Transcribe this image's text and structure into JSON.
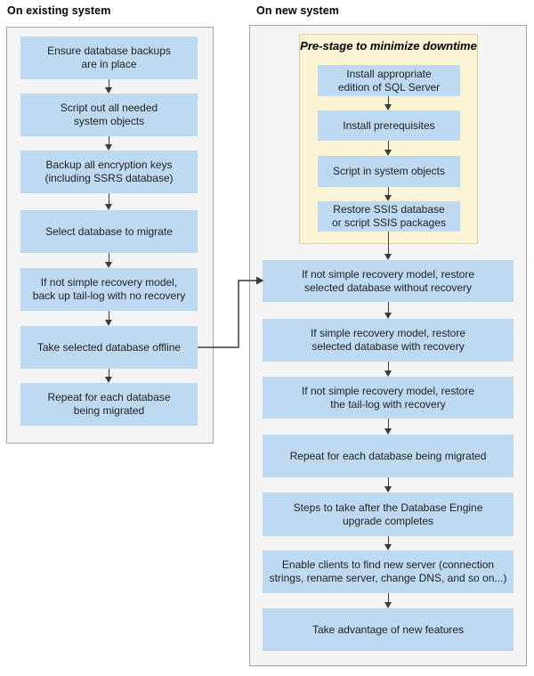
{
  "page": {
    "existing": {
      "title": "On existing system",
      "steps": [
        "Ensure database backups\nare in place",
        "Script out all needed\nsystem objects",
        "Backup all encryption keys\n(including SSRS database)",
        "Select database to migrate",
        "If not simple recovery model,\nback up tail-log with no recovery",
        "Take selected database offline",
        "Repeat for each database\nbeing migrated"
      ]
    },
    "new": {
      "title": "On new system",
      "prestage": {
        "title": "Pre-stage to minimize downtime",
        "steps": [
          "Install appropriate\nedition of SQL Server",
          "Install prerequisites",
          "Script in system objects",
          "Restore SSIS database\nor script SSIS packages"
        ]
      },
      "steps": [
        "If not simple recovery model, restore\nselected database without recovery",
        "If simple recovery model, restore\nselected database with recovery",
        "If not simple recovery model, restore\nthe tail-log with recovery",
        "Repeat for each database being migrated",
        "Steps to take after the Database Engine\nupgrade completes",
        "Enable clients to find new server (connection\nstrings, rename server, change DNS, and so on...)",
        "Take advantage of new features"
      ]
    },
    "colors": {
      "step_fill": "#bedaf2",
      "prestage_fill": "#faf3d4",
      "prestage_border": "#d8d0a8",
      "panel_fill": "#f4f4f4",
      "panel_border": "#a3a3a3",
      "arrow": "#3b3b3b",
      "text": "#1f1f1f"
    }
  }
}
